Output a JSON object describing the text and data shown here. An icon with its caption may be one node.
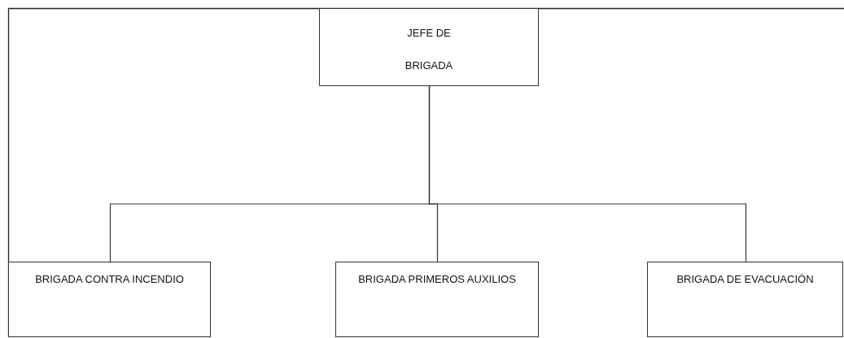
{
  "diagram": {
    "nodes": [
      {
        "text": [
          "JEFE DE BRIGADA"
        ]
      },
      {
        "text": [
          "BRIGADA CONTRA INCENDIO"
        ]
      },
      {
        "text": [
          "BRIGADA PRIMEROS AUXILIOS"
        ]
      },
      {
        "text": [
          "BRIGADA DE EVACUACIÓN"
        ]
      }
    ],
    "edges": [
      {
        "from": 0,
        "to": 1,
        "arrow": "none"
      },
      {
        "from": 0,
        "to": 2,
        "arrow": "none"
      },
      {
        "from": 0,
        "to": 3,
        "arrow": "none"
      }
    ]
  }
}
